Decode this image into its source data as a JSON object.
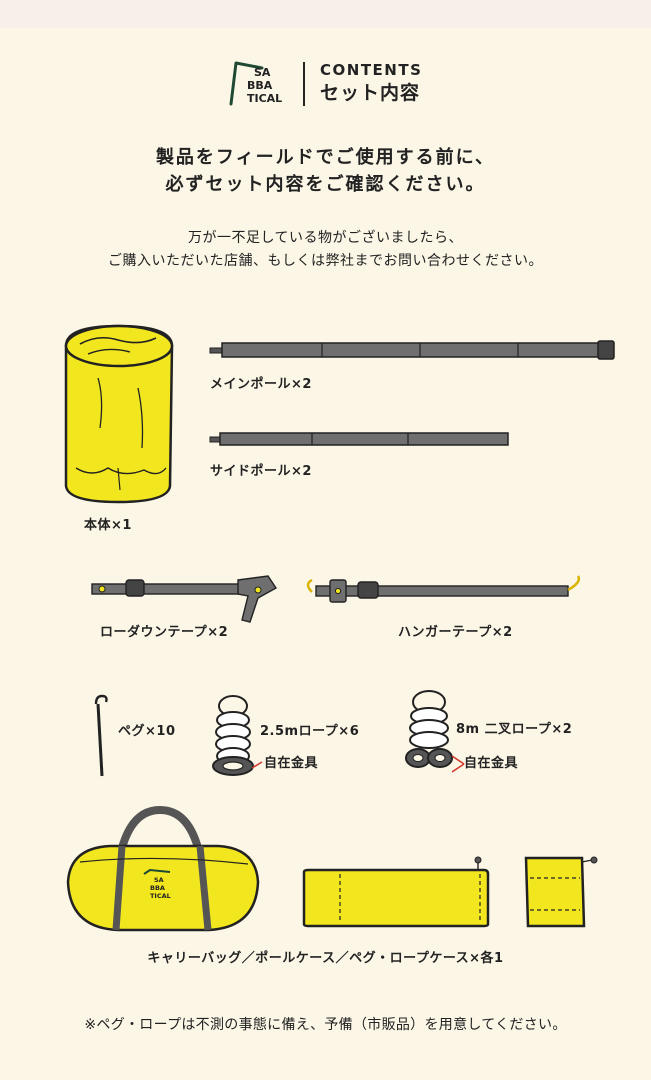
{
  "brand": {
    "logo_lines": [
      "SA",
      "BBA",
      "TICAL"
    ],
    "contents_en": "CONTENTS",
    "contents_ja": "セット内容"
  },
  "heading": {
    "line1": "製品をフィールドでご使用する前に、",
    "line2": "必ずセット内容をご確認ください。"
  },
  "subtext": {
    "line1": "万が一不足している物がございましたら、",
    "line2": "ご購入いただいた店舗、もしくは弊社までお問い合わせください。"
  },
  "items": {
    "main_body": "本体×1",
    "main_pole": "メインポール×2",
    "side_pole": "サイドポール×2",
    "loader_tape": "ローダウンテープ×2",
    "hanger_tape": "ハンガーテープ×2",
    "peg": "ペグ×10",
    "rope_short": "2.5mロープ×6",
    "rope_short_adjuster": "自在金具",
    "rope_long": "8m 二叉ロープ×2",
    "rope_long_adjuster": "自在金具",
    "bags": "キャリーバッグ／ポールケース／ペグ・ロープケース×各1"
  },
  "bag_logo_lines": [
    "SA",
    "BBA",
    "TICAL"
  ],
  "note": "※ペグ・ロープは不測の事態に備え、予備（市販品）を用意してください。",
  "colors": {
    "background": "#fbf6e6",
    "yellow": "#f2e61f",
    "gray": "#6f6f70",
    "brand_green": "#1e4a33",
    "accent_red": "#d23b2f"
  }
}
